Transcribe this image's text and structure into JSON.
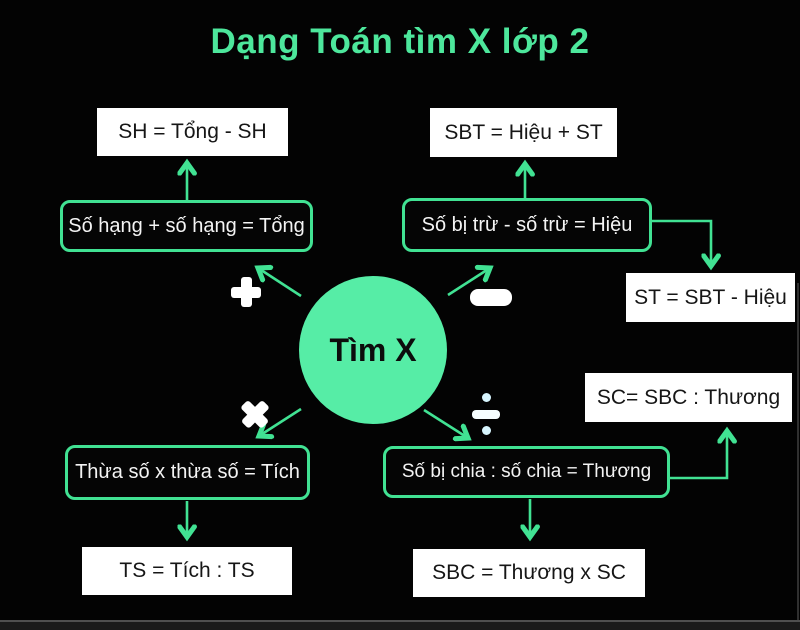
{
  "title": "Dạng Toán tìm X lớp 2",
  "center": {
    "label": "Tìm X"
  },
  "colors": {
    "background": "#030303",
    "accent_green": "#41e293",
    "title_green": "#4de79c",
    "circle_green": "#56eda6",
    "box_bg": "#ffffff",
    "box_text": "#161616"
  },
  "icons": {
    "plus": "+",
    "minus": "−",
    "times": "×",
    "divide": "÷"
  },
  "branches": {
    "addition": {
      "operator": "+",
      "rule": "Số hạng + số hạng = Tổng",
      "derived": [
        "SH = Tổng - SH"
      ]
    },
    "subtraction": {
      "operator": "−",
      "rule": "Số bị trừ - số trừ = Hiệu",
      "derived": [
        "SBT = Hiệu + ST",
        "ST = SBT - Hiệu"
      ]
    },
    "multiplication": {
      "operator": "×",
      "rule": "Thừa số x thừa số = Tích",
      "derived": [
        "TS = Tích : TS"
      ]
    },
    "division": {
      "operator": "÷",
      "rule": "Số bị chia : số chia = Thương",
      "derived": [
        "SC= SBC : Thương",
        "SBC = Thương x SC"
      ]
    }
  }
}
